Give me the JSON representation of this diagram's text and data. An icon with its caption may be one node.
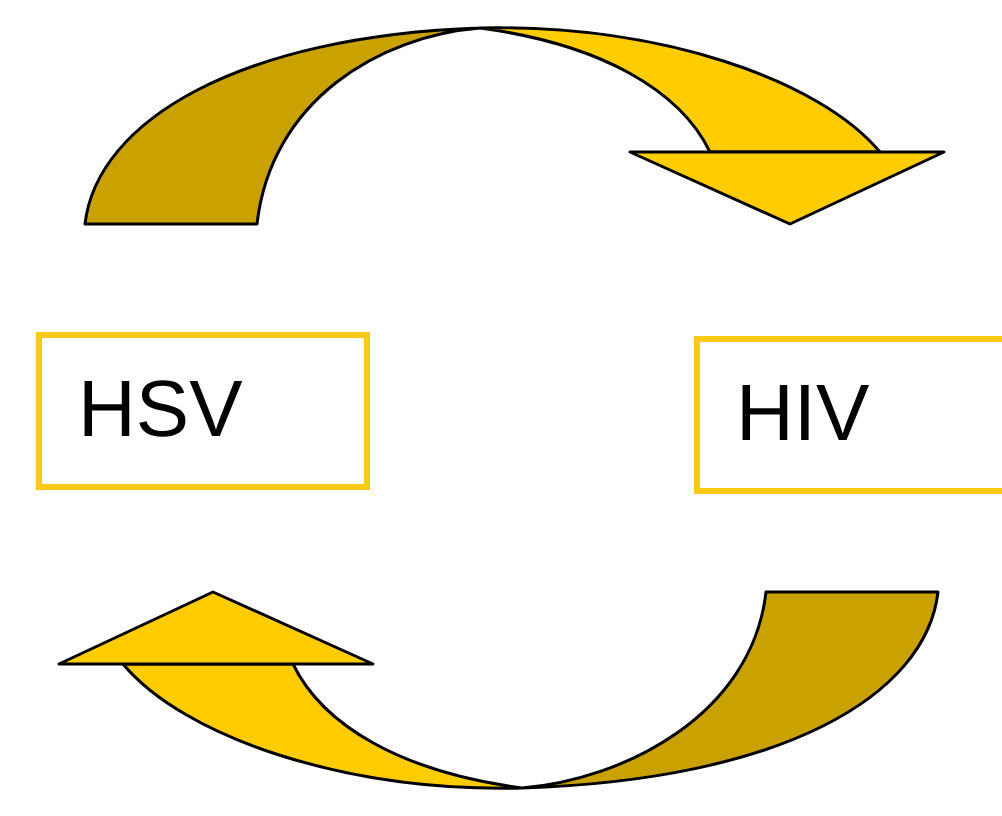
{
  "diagram": {
    "nodes": [
      {
        "text": [
          "HSV"
        ]
      },
      {
        "text": [
          "HIV"
        ]
      }
    ],
    "edges": [
      {
        "from": 0,
        "to": 1,
        "arrow": "to"
      },
      {
        "from": 1,
        "to": 0,
        "arrow": "to"
      }
    ]
  }
}
